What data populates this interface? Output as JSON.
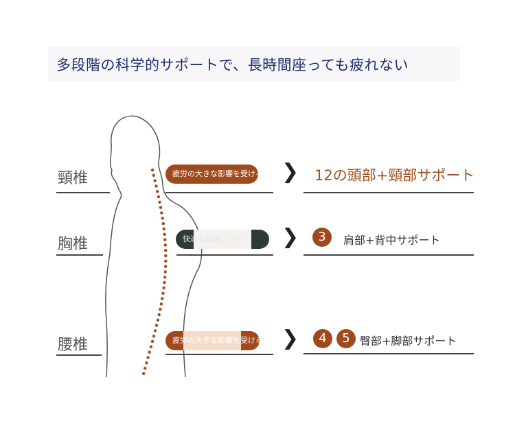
{
  "title": "多段階の科学的サポートで、長時間座っても疲れない",
  "rows": [
    {
      "label": "頸椎",
      "pill": "疲労の大きな影響を受けるエリア",
      "headline": "12の頭部+頸部サポート",
      "numbers": []
    },
    {
      "label": "胸椎",
      "pill": "快適な敏感エリア",
      "headline": "肩部+背中サポート",
      "numbers": [
        "3"
      ]
    },
    {
      "label": "腰椎",
      "pill": "疲労の大きな影響を受けるエリア",
      "headline": "臀部+脚部サポート",
      "numbers": [
        "4",
        "5"
      ]
    }
  ],
  "colors": {
    "brown": "#a0491c",
    "navy": "#1f2f70",
    "dark": "#2e3a35"
  }
}
